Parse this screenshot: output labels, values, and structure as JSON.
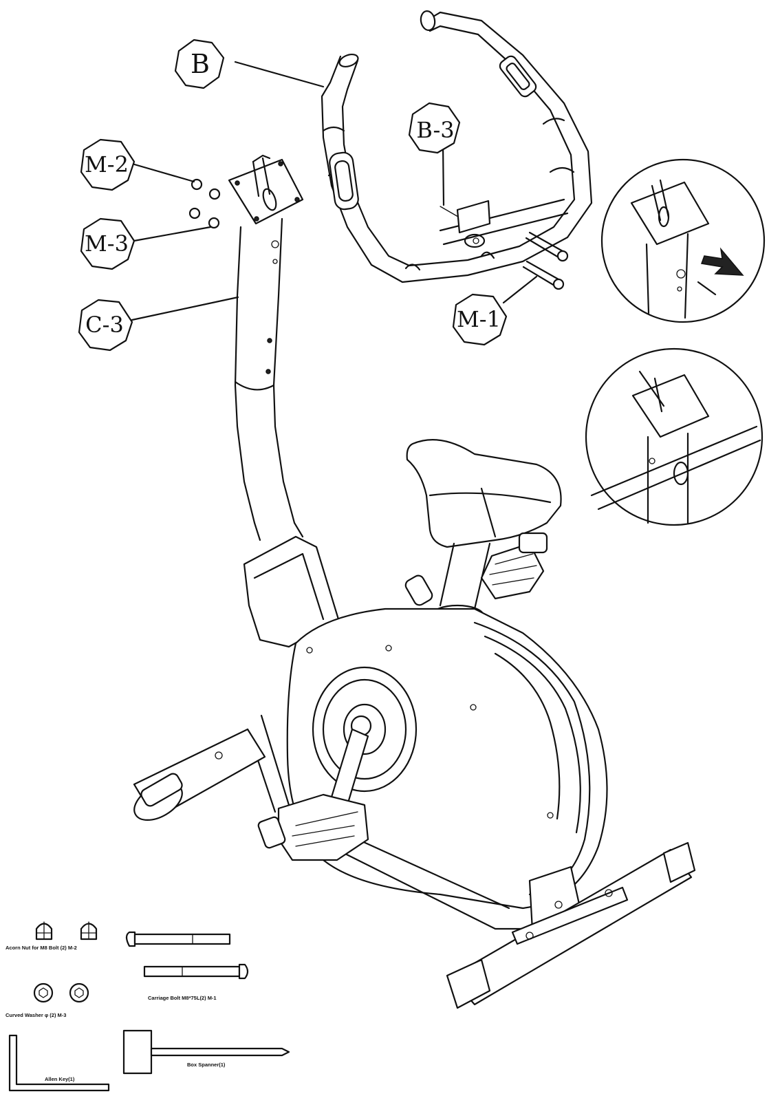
{
  "callouts": {
    "b": "B",
    "b3": "B-3",
    "m2": "M-2",
    "m3": "M-3",
    "c3": "C-3",
    "m1": "M-1"
  },
  "parts": {
    "acorn_nut": "Acorn Nut for M8 Bolt (2) M-2",
    "carriage_bolt": "Carriage Bolt M8*75L(2) M-1",
    "curved_washer": "Curved Washer φ (2) M-3",
    "allen_key": "Allen Key(1)",
    "box_spanner": "Box Spanner(1)"
  },
  "colors": {
    "line": "#111111",
    "background": "#ffffff"
  }
}
